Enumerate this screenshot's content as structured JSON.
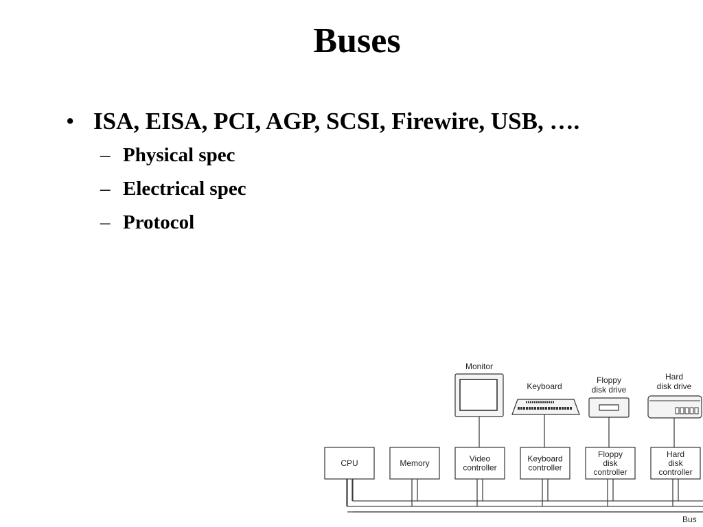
{
  "slide": {
    "title": "Buses",
    "bullet": {
      "marker": "•",
      "text": "ISA, EISA, PCI, AGP, SCSI, Firewire, USB, …."
    },
    "sub_marker": "–",
    "sub_bullets": [
      "Physical spec",
      "Electrical spec",
      "Protocol"
    ]
  },
  "diagram": {
    "controllers": [
      {
        "lines": [
          "CPU"
        ]
      },
      {
        "lines": [
          "Memory"
        ]
      },
      {
        "lines": [
          "Video",
          "controller"
        ]
      },
      {
        "lines": [
          "Keyboard",
          "controller"
        ]
      },
      {
        "lines": [
          "Floppy",
          "disk",
          "controller"
        ]
      },
      {
        "lines": [
          "Hard",
          "disk",
          "controller"
        ]
      }
    ],
    "devices": {
      "monitor": {
        "label": "Monitor"
      },
      "keyboard": {
        "label": "Keyboard"
      },
      "floppy": {
        "label_lines": [
          "Floppy",
          "disk drive"
        ]
      },
      "hard_disk": {
        "label_lines": [
          "Hard",
          "disk drive"
        ]
      }
    },
    "bus_label": "Bus"
  }
}
